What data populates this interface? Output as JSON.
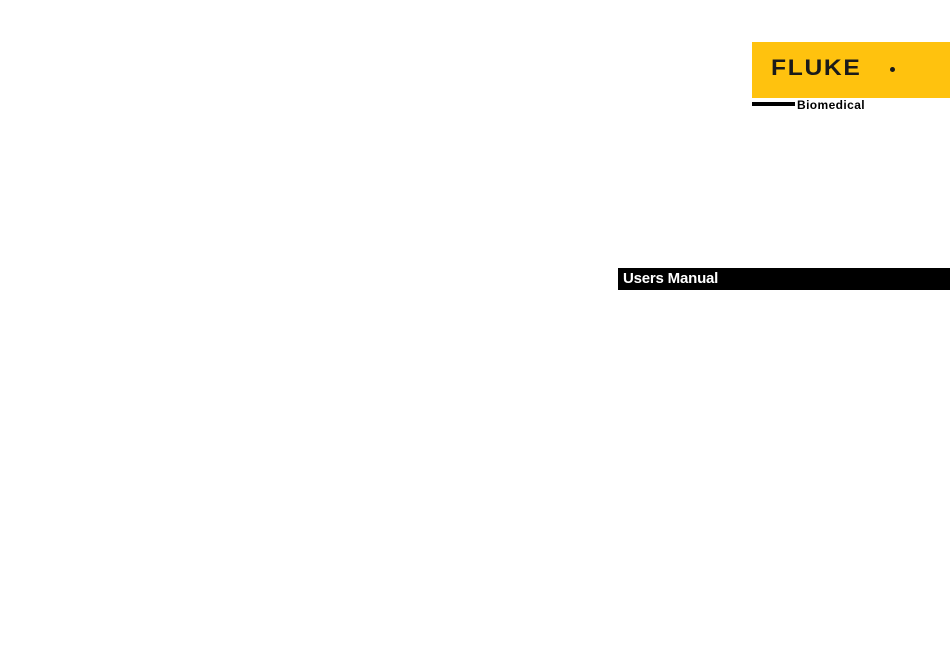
{
  "brand": {
    "name": "FLUKE",
    "division": "Biomedical",
    "colors": {
      "accent": "#ffc20e",
      "text": "#1a1a1a"
    }
  },
  "document": {
    "title": "Users Manual"
  }
}
